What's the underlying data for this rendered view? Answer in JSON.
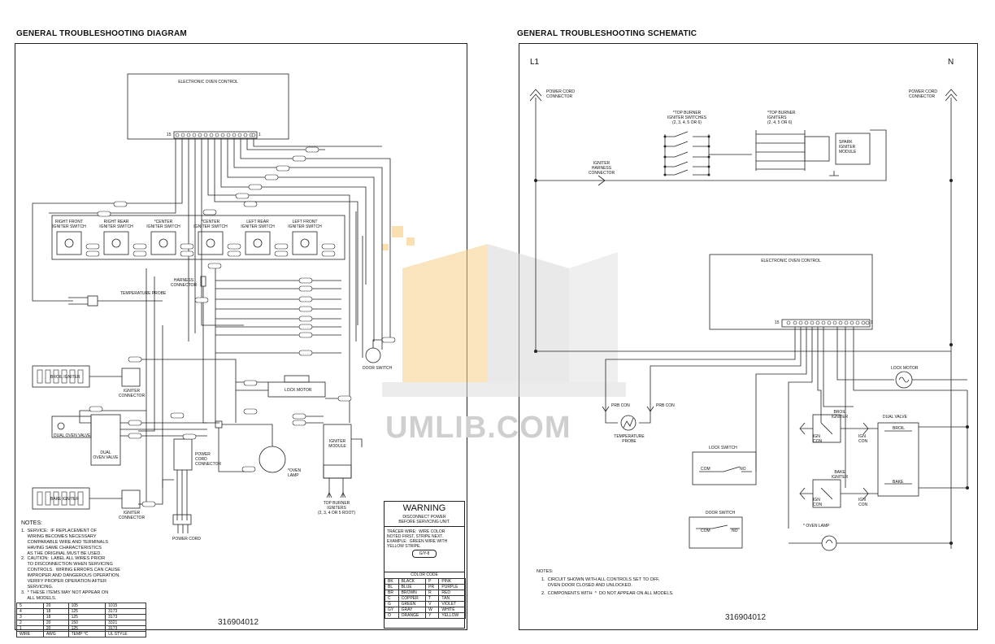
{
  "headings": {
    "left": "GENERAL TROUBLESHOOTING DIAGRAM",
    "right": "GENERAL TROUBLESHOOTING SCHEMATIC"
  },
  "diagram": {
    "control_title": "ELECTRONIC OVEN CONTROL",
    "pin_left": "15",
    "pin_right": "1",
    "switches": [
      "RIGHT FRONT\nIGNITER SWITCH",
      "RIGHT REAR\nIGNITER SWITCH",
      "*CENTER\nIGNITER SWITCH",
      "*CENTER\nIGNITER SWITCH",
      "LEFT REAR\nIGNITER SWITCH",
      "LEFT FRONT\nIGNITER SWITCH"
    ],
    "temperature_probe": "TEMPERATURE PROBE",
    "harness_connector": "HARNESS\nCONNECTOR",
    "door_switch": "DOOR SWITCH",
    "broil_igniter": "BROIL IGNITER",
    "igniter_connector": "IGNITER\nCONNECTOR",
    "dual_oven_valve": "DUAL OVEN VALVE",
    "dual_oven_valve2": "DUAL\nOVEN VALVE",
    "bake_igniter": "BAKE IGNITER",
    "lock_motor": "LOCK MOTOR",
    "power_cord_connector": "POWER\nCORD\nCONNECTOR",
    "power_cord": "POWER CORD",
    "oven_lamp": "*OVEN\nLAMP",
    "igniter_module": "IGNITER\nMODULE",
    "top_burner_igniters": "TOP BURNER\nIGNITERS\n(2, 3, 4 OR 5 ROOT)",
    "notes_title": "NOTES:",
    "notes": [
      "1.  SERVICE:  IF REPLACEMENT OF\n     WIRING BECOMES NECESSARY\n     COMPARABLE WIRE AND TERMINALS\n     HAVING SAME CHARACTERISTICS\n     AS THE ORIGINAL MUST BE USED.",
      "2.  CAUTION:  LABEL ALL WIRES PRIOR\n     TO DISCONNECTION WHEN SERVICING\n     CONTROLS.  WIRING ERRORS CAN CAUSE\n     IMPROPER AND DANGEROUS OPERATION.\n     VERIFY PROPER OPERATION AFTER\n     SERVICING.",
      "3.  * THESE ITEMS MAY NOT APPEAR ON\n     ALL MODELS."
    ],
    "wire_table": {
      "rows": [
        [
          "5",
          "20",
          "105",
          "1015"
        ],
        [
          "4",
          "18",
          "125",
          "3173"
        ],
        [
          "3",
          "18",
          "125",
          "3173"
        ],
        [
          "2",
          "20",
          "150",
          "3321"
        ],
        [
          "1",
          "20",
          "125",
          "3173"
        ]
      ],
      "header": [
        "WIRE",
        "AWG",
        "TEMP °C",
        "UL STYLE"
      ]
    },
    "warning_title": "WARNING",
    "warning_text": "DISCONNECT POWER\nBEFORE SERVICING UNIT.",
    "tracer_text": "TRACER WIRE:  WIRE COLOR\nNOTED FIRST, STRIPE NEXT.\nEXAMPLE:  GREEN WIRE WITH\nYELLOW STRIPE.",
    "tracer_example": "G/Y-8",
    "color_code_title": "COLOR CODE",
    "color_codes": [
      [
        "BK",
        "BLACK",
        "P",
        "PINK"
      ],
      [
        "BL",
        "BLUE",
        "PR",
        "PURPLE"
      ],
      [
        "BR",
        "BROWN",
        "R",
        "RED"
      ],
      [
        "C",
        "COPPER",
        "T",
        "TAN"
      ],
      [
        "G",
        "GREEN",
        "V",
        "VIOLET"
      ],
      [
        "GY",
        "GRAY",
        "W",
        "WHITE"
      ],
      [
        "O",
        "ORANGE",
        "Y",
        "YELLOW"
      ]
    ],
    "doc_number": "316904012"
  },
  "schematic": {
    "l1": "L1",
    "n": "N",
    "power_cord_connector_left": "POWER CORD\nCONNECTOR",
    "power_cord_connector_right": "POWER CORD\nCONNECTOR",
    "top_burner_switches": "*TOP BURNER\nIGNITER SWITCHES\n(2, 3, 4, 5 OR 6)",
    "top_burner_igniters": "*TOP BURNER\nIGNITERS\n(2, 4, 5 OR 6)",
    "spark_module": "SPARK\nIGNITER\nMODULE",
    "igniter_harness": "IGNITER\nHARNESS\nCONNECTOR",
    "control_title": "ELECTRONIC OVEN CONTROL",
    "pin_left": "15",
    "pin_right": "1",
    "prb_con_left": "PRB CON",
    "prb_con_right": "PRB CON",
    "temperature_probe": "TEMPERATURE\nPROBE",
    "lock_motor": "LOCK MOTOR",
    "lock_switch": "LOCK SWITCH",
    "lock_com": "COM",
    "lock_no": "NO",
    "door_switch": "DOOR SWITCH",
    "door_com": "COM",
    "door_no": "NO",
    "broil_igniter": "BROIL\nIGNITER",
    "bake_igniter": "BAKE\nIGNITER",
    "dual_valve": "DUAL VALVE",
    "broil": "BROIL",
    "bake": "BAKE",
    "ign_con": "IGN\nCON",
    "oven_lamp": "* OVEN LAMP",
    "notes_title": "NOTES:",
    "notes": [
      "1.  CIRCUIT SHOWN WITH ALL CONTROLS SET TO OFF,\n     OVEN DOOR CLOSED AND UNLOCKED.",
      "2.  COMPONENTS WITH  *  DO NOT APPEAR ON ALL MODELS."
    ],
    "doc_number": "316904012"
  },
  "watermark": "UMLIB.COM"
}
